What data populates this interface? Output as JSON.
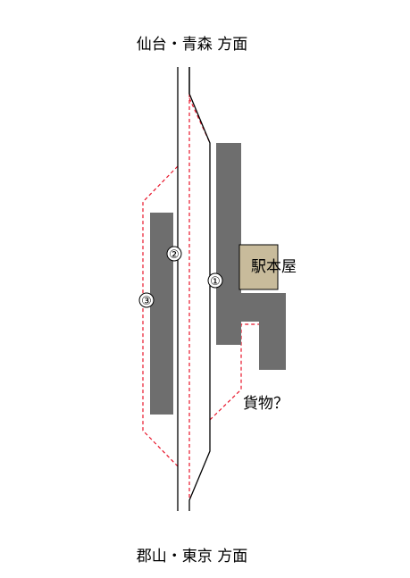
{
  "direction_top": "仙台・青森 方面",
  "direction_bottom": "郡山・東京 方面",
  "track_labels": {
    "track1": "①",
    "track2": "②",
    "track3": "③"
  },
  "station_building": "駅本屋",
  "freight_label": "貨物？",
  "colors": {
    "background": "#ffffff",
    "track": "#000000",
    "platform": "#6e6e6e",
    "station_building": "#c8bb9b",
    "removed_track": "#e8152a"
  }
}
